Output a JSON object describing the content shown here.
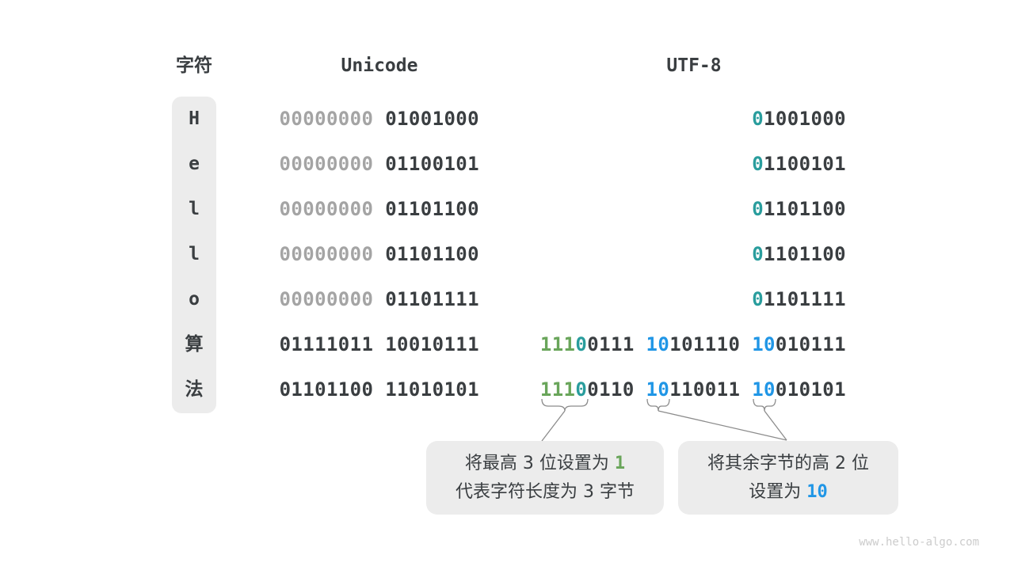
{
  "colors": {
    "dark": "#3a3e41",
    "gray": "#a4a4a4",
    "teal": "#299d9d",
    "green": "#69a55a",
    "blue": "#2096e6",
    "line": "#8c8c8c",
    "box_bg": "#ececec",
    "watermark": "#cccccc"
  },
  "headers": {
    "char": "字符",
    "unicode": "Unicode",
    "utf8": "UTF-8"
  },
  "rows": [
    {
      "char": "H",
      "unicode": [
        [
          "00000000",
          "gray"
        ],
        [
          " ",
          "dark"
        ],
        [
          "01001000",
          "dark"
        ]
      ],
      "utf8": [
        [
          "0",
          "teal"
        ],
        [
          "1001000",
          "dark"
        ]
      ]
    },
    {
      "char": "e",
      "unicode": [
        [
          "00000000",
          "gray"
        ],
        [
          " ",
          "dark"
        ],
        [
          "01100101",
          "dark"
        ]
      ],
      "utf8": [
        [
          "0",
          "teal"
        ],
        [
          "1100101",
          "dark"
        ]
      ]
    },
    {
      "char": "l",
      "unicode": [
        [
          "00000000",
          "gray"
        ],
        [
          " ",
          "dark"
        ],
        [
          "01101100",
          "dark"
        ]
      ],
      "utf8": [
        [
          "0",
          "teal"
        ],
        [
          "1101100",
          "dark"
        ]
      ]
    },
    {
      "char": "l",
      "unicode": [
        [
          "00000000",
          "gray"
        ],
        [
          " ",
          "dark"
        ],
        [
          "01101100",
          "dark"
        ]
      ],
      "utf8": [
        [
          "0",
          "teal"
        ],
        [
          "1101100",
          "dark"
        ]
      ]
    },
    {
      "char": "o",
      "unicode": [
        [
          "00000000",
          "gray"
        ],
        [
          " ",
          "dark"
        ],
        [
          "01101111",
          "dark"
        ]
      ],
      "utf8": [
        [
          "0",
          "teal"
        ],
        [
          "1101111",
          "dark"
        ]
      ]
    },
    {
      "char": "算",
      "unicode": [
        [
          "01111011 10010111",
          "dark"
        ]
      ],
      "utf8": [
        [
          "111",
          "green"
        ],
        [
          "0",
          "teal"
        ],
        [
          "0111 ",
          "dark"
        ],
        [
          "10",
          "blue"
        ],
        [
          "101110 ",
          "dark"
        ],
        [
          "10",
          "blue"
        ],
        [
          "010111",
          "dark"
        ]
      ]
    },
    {
      "char": "法",
      "unicode": [
        [
          "01101100 11010101",
          "dark"
        ]
      ],
      "utf8": [
        [
          "111",
          "green"
        ],
        [
          "0",
          "teal"
        ],
        [
          "0110 ",
          "dark"
        ],
        [
          "10",
          "blue"
        ],
        [
          "110011 ",
          "dark"
        ],
        [
          "10",
          "blue"
        ],
        [
          "010101",
          "dark"
        ]
      ]
    }
  ],
  "callouts": [
    {
      "lines": [
        [
          [
            "将最高 3 位设置为 ",
            "dark"
          ],
          [
            "1",
            "green"
          ]
        ],
        [
          [
            "代表字符长度为 3 字节",
            "dark"
          ]
        ]
      ]
    },
    {
      "lines": [
        [
          [
            "将其余字节的高 2 位",
            "dark"
          ]
        ],
        [
          [
            "设置为 ",
            "dark"
          ],
          [
            "10",
            "blue"
          ]
        ]
      ]
    }
  ],
  "watermark": "www.hello-algo.com"
}
